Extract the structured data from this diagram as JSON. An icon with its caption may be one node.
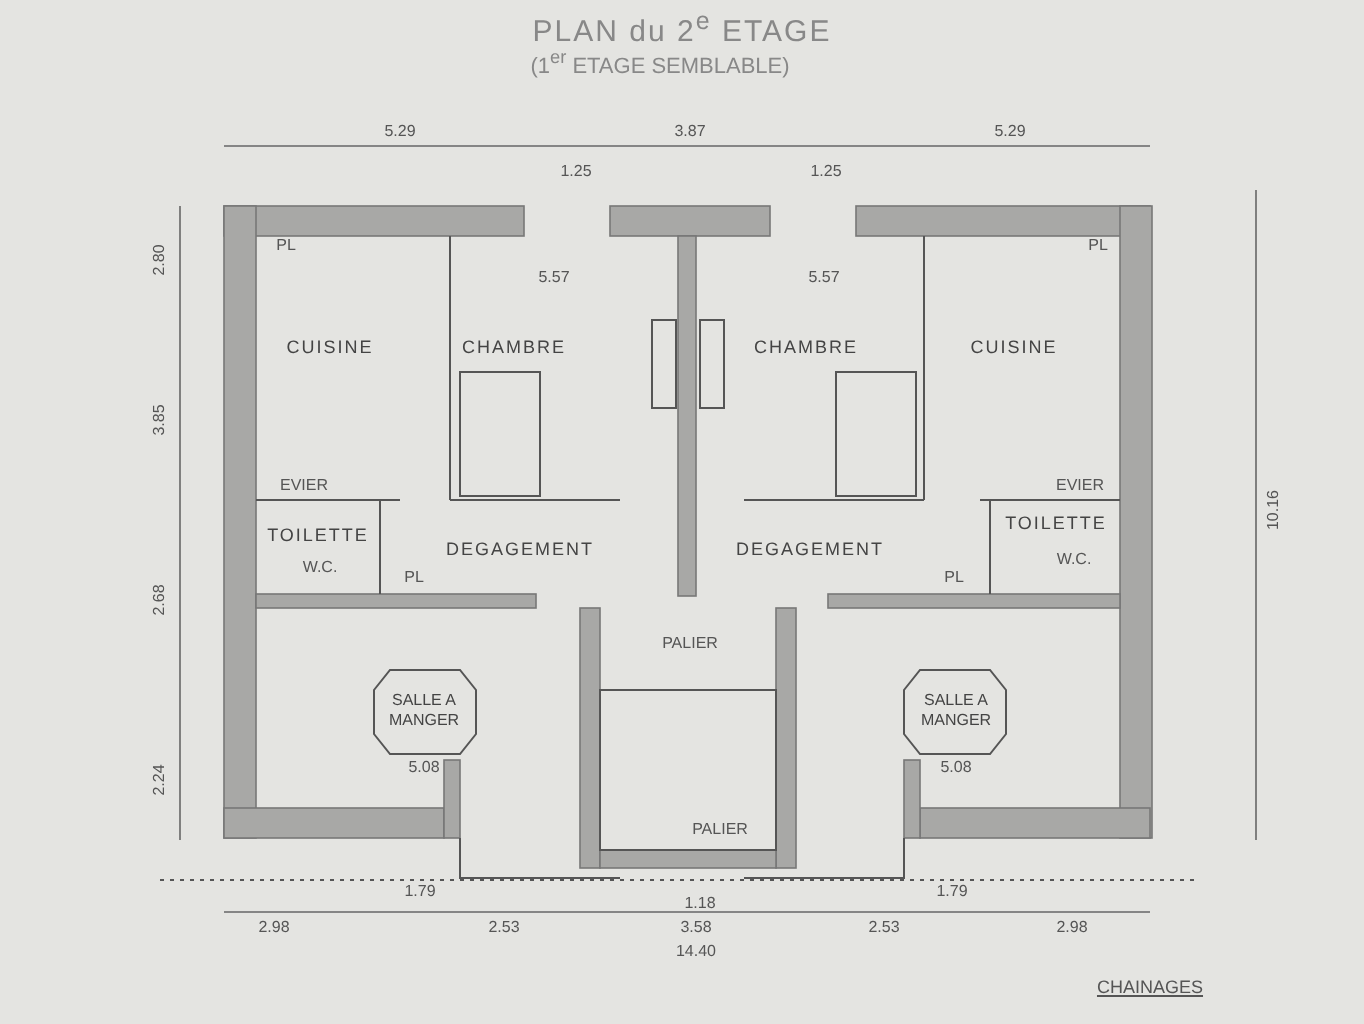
{
  "diagram": {
    "title": "PLAN du 2$^{e}$ ETAGE",
    "labels": [
      "(1$^{er}$ ETAGE SEMBLABLE)",
      "5.29",
      "3.87",
      "5.29",
      "1.25",
      "1.25",
      "PL",
      "PL",
      "5.57",
      "5.57",
      "CUISINE",
      "CHAMBRE",
      "CHAMBRE",
      "CUISINE",
      "EVIER",
      "EVIER",
      "TOILETTE",
      "DEGAGEMENT",
      "DEGAGEMENT",
      "TOILETTE",
      "W.C.",
      "PL",
      "PL",
      "W.C.",
      "PALIER",
      "SALLE A MANGER",
      "5.08",
      "SALLE A MANGER",
      "5.08",
      "PALIER",
      "1.79",
      "1.79",
      "2.98",
      "2.53",
      "1.18",
      "3.58",
      "14.40",
      "2.53",
      "2.98",
      "2.80",
      "3.85",
      "2.68",
      "2.24",
      "10.16",
      "CHAINAGES"
    ]
  }
}
